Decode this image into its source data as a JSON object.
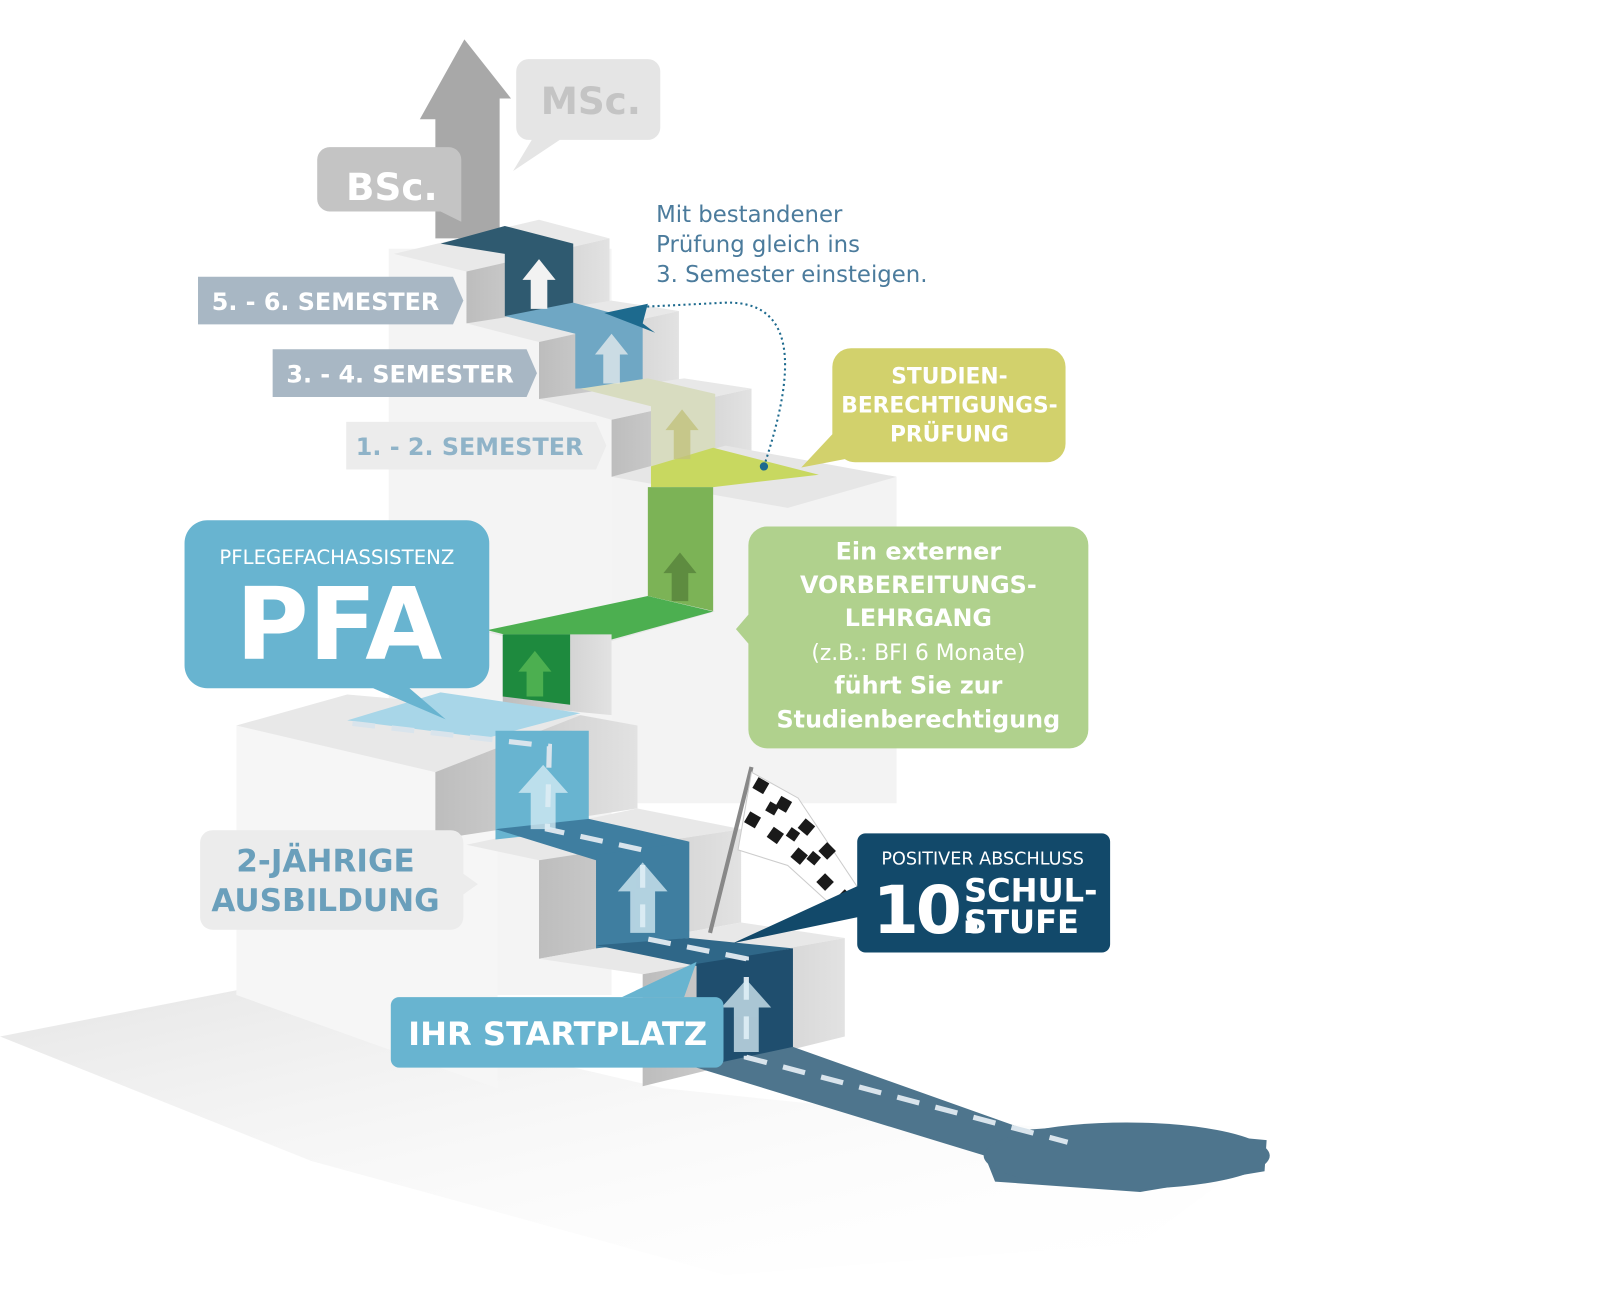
{
  "degrees": {
    "msc": "MSc.",
    "bsc": "BSc."
  },
  "semesters": [
    {
      "label": "5. - 6. SEMESTER"
    },
    {
      "label": "3. - 4. SEMESTER"
    },
    {
      "label": "1. - 2. SEMESTER"
    }
  ],
  "note": {
    "lines": [
      "Mit bestandener",
      "Prüfung gleich ins",
      "3. Semester einsteigen."
    ]
  },
  "exam_bubble": {
    "lines": [
      "STUDIEN-",
      "BERECHTIGUNGS-",
      "PRÜFUNG"
    ]
  },
  "prep_bubble": {
    "lines": [
      "Ein externer",
      "VORBEREITUNGS-",
      "LEHRGANG",
      "(z.B.: BFI 6 Monate)",
      "führt Sie zur",
      "Studienberechtigung"
    ]
  },
  "pfa_bubble": {
    "subtitle": "PFLEGEFACHASSISTENZ",
    "title": "PFA"
  },
  "training_label": {
    "lines": [
      "2-JÄHRIGE",
      "AUSBILDUNG"
    ]
  },
  "school_bubble": {
    "subtitle": "POSITIVER ABSCHLUSS",
    "number": "10.",
    "line1": "SCHUL-",
    "line2": "STUFE"
  },
  "start_label": "IHR STARTPLATZ",
  "colors": {
    "dark_blue": "#12496a",
    "light_blue": "#68b4d0",
    "olive": "#d2d16c",
    "green": "#b0d18d",
    "grey": "#c4c4c4"
  }
}
